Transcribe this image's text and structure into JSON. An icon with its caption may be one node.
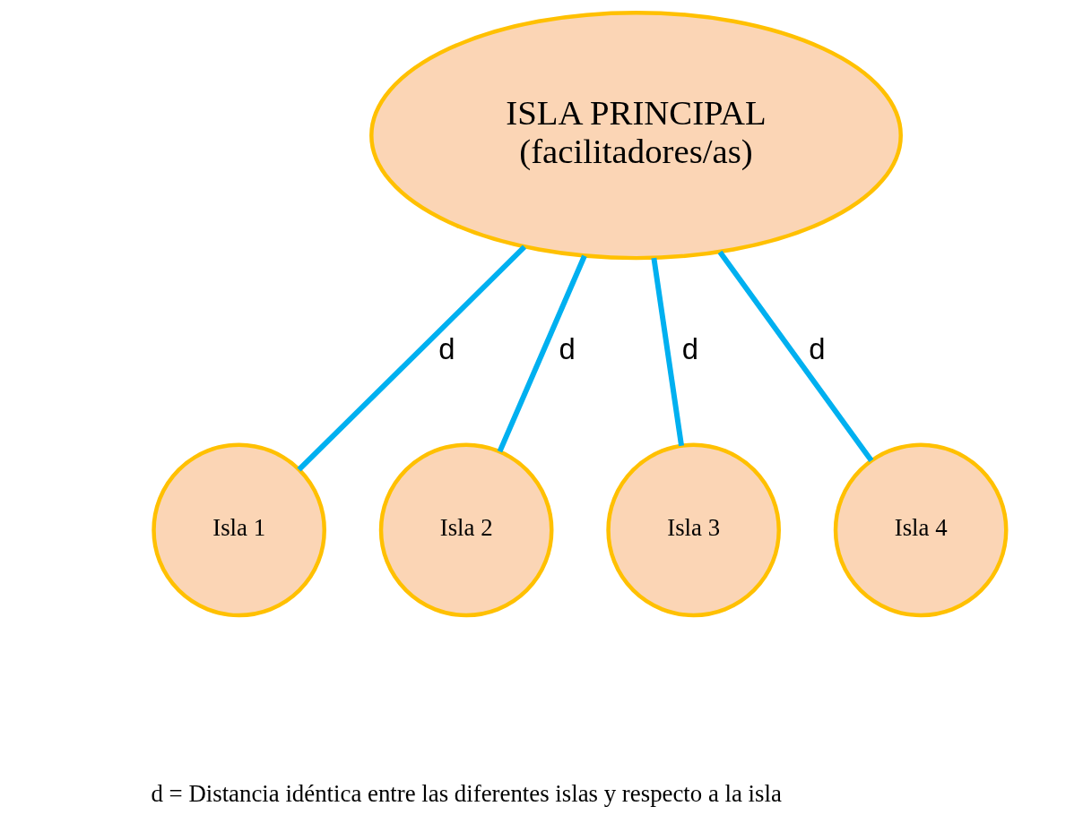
{
  "diagram": {
    "nodes": [
      {
        "text": [
          "ISLA PRINCIPAL",
          "(facilitadores/as)"
        ]
      },
      {
        "text": [
          "Isla 1"
        ]
      },
      {
        "text": [
          "Isla 2"
        ]
      },
      {
        "text": [
          "Isla 3"
        ]
      },
      {
        "text": [
          "Isla 4"
        ]
      }
    ],
    "edges": [
      {
        "from": 0,
        "to": 1,
        "arrow": "none",
        "label": "d"
      },
      {
        "from": 0,
        "to": 2,
        "arrow": "none",
        "label": "d"
      },
      {
        "from": 0,
        "to": 3,
        "arrow": "none",
        "label": "d"
      },
      {
        "from": 0,
        "to": 4,
        "arrow": "none",
        "label": "d"
      }
    ],
    "labels": [
      "d = Distancia idéntica entre las diferentes islas y respecto a la isla"
    ]
  }
}
